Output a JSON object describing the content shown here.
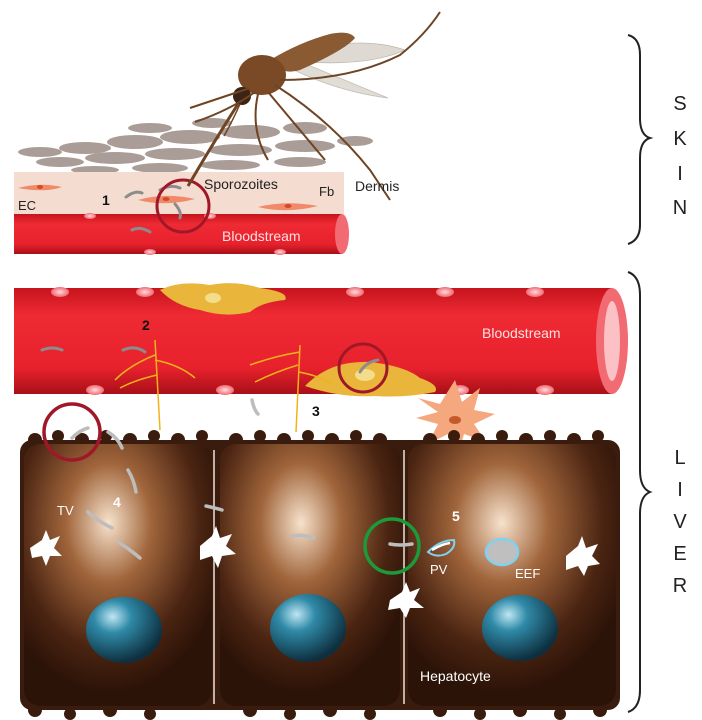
{
  "skin": {
    "region_letters": [
      "S",
      "K",
      "I",
      "N"
    ],
    "labels": {
      "ec": "EC",
      "step1": "1",
      "sporozoites": "Sporozoites",
      "fb": "Fb",
      "dermis": "Dermis",
      "bloodstream": "Bloodstream"
    }
  },
  "liver": {
    "region_letters": [
      "L",
      "I",
      "V",
      "E",
      "R"
    ],
    "labels": {
      "step2": "2",
      "step3": "3",
      "step4": "4",
      "step5": "5",
      "bloodstream": "Bloodstream",
      "tv": "TV",
      "pv": "PV",
      "eef": "EEF",
      "hepatocyte": "Hepatocyte"
    }
  },
  "colors": {
    "blood": "#e8222d",
    "blood_dark": "#b3121b",
    "dermis": "#f4ddd0",
    "hepatocyte": "#3a1c0e",
    "nucleus": "#1f6e8a",
    "highlight_red": "#a01828",
    "highlight_green": "#1c9a3a",
    "kupffer": "#f5a77e",
    "stellate": "#e9b53b",
    "mosquito": "#8a5a33"
  }
}
